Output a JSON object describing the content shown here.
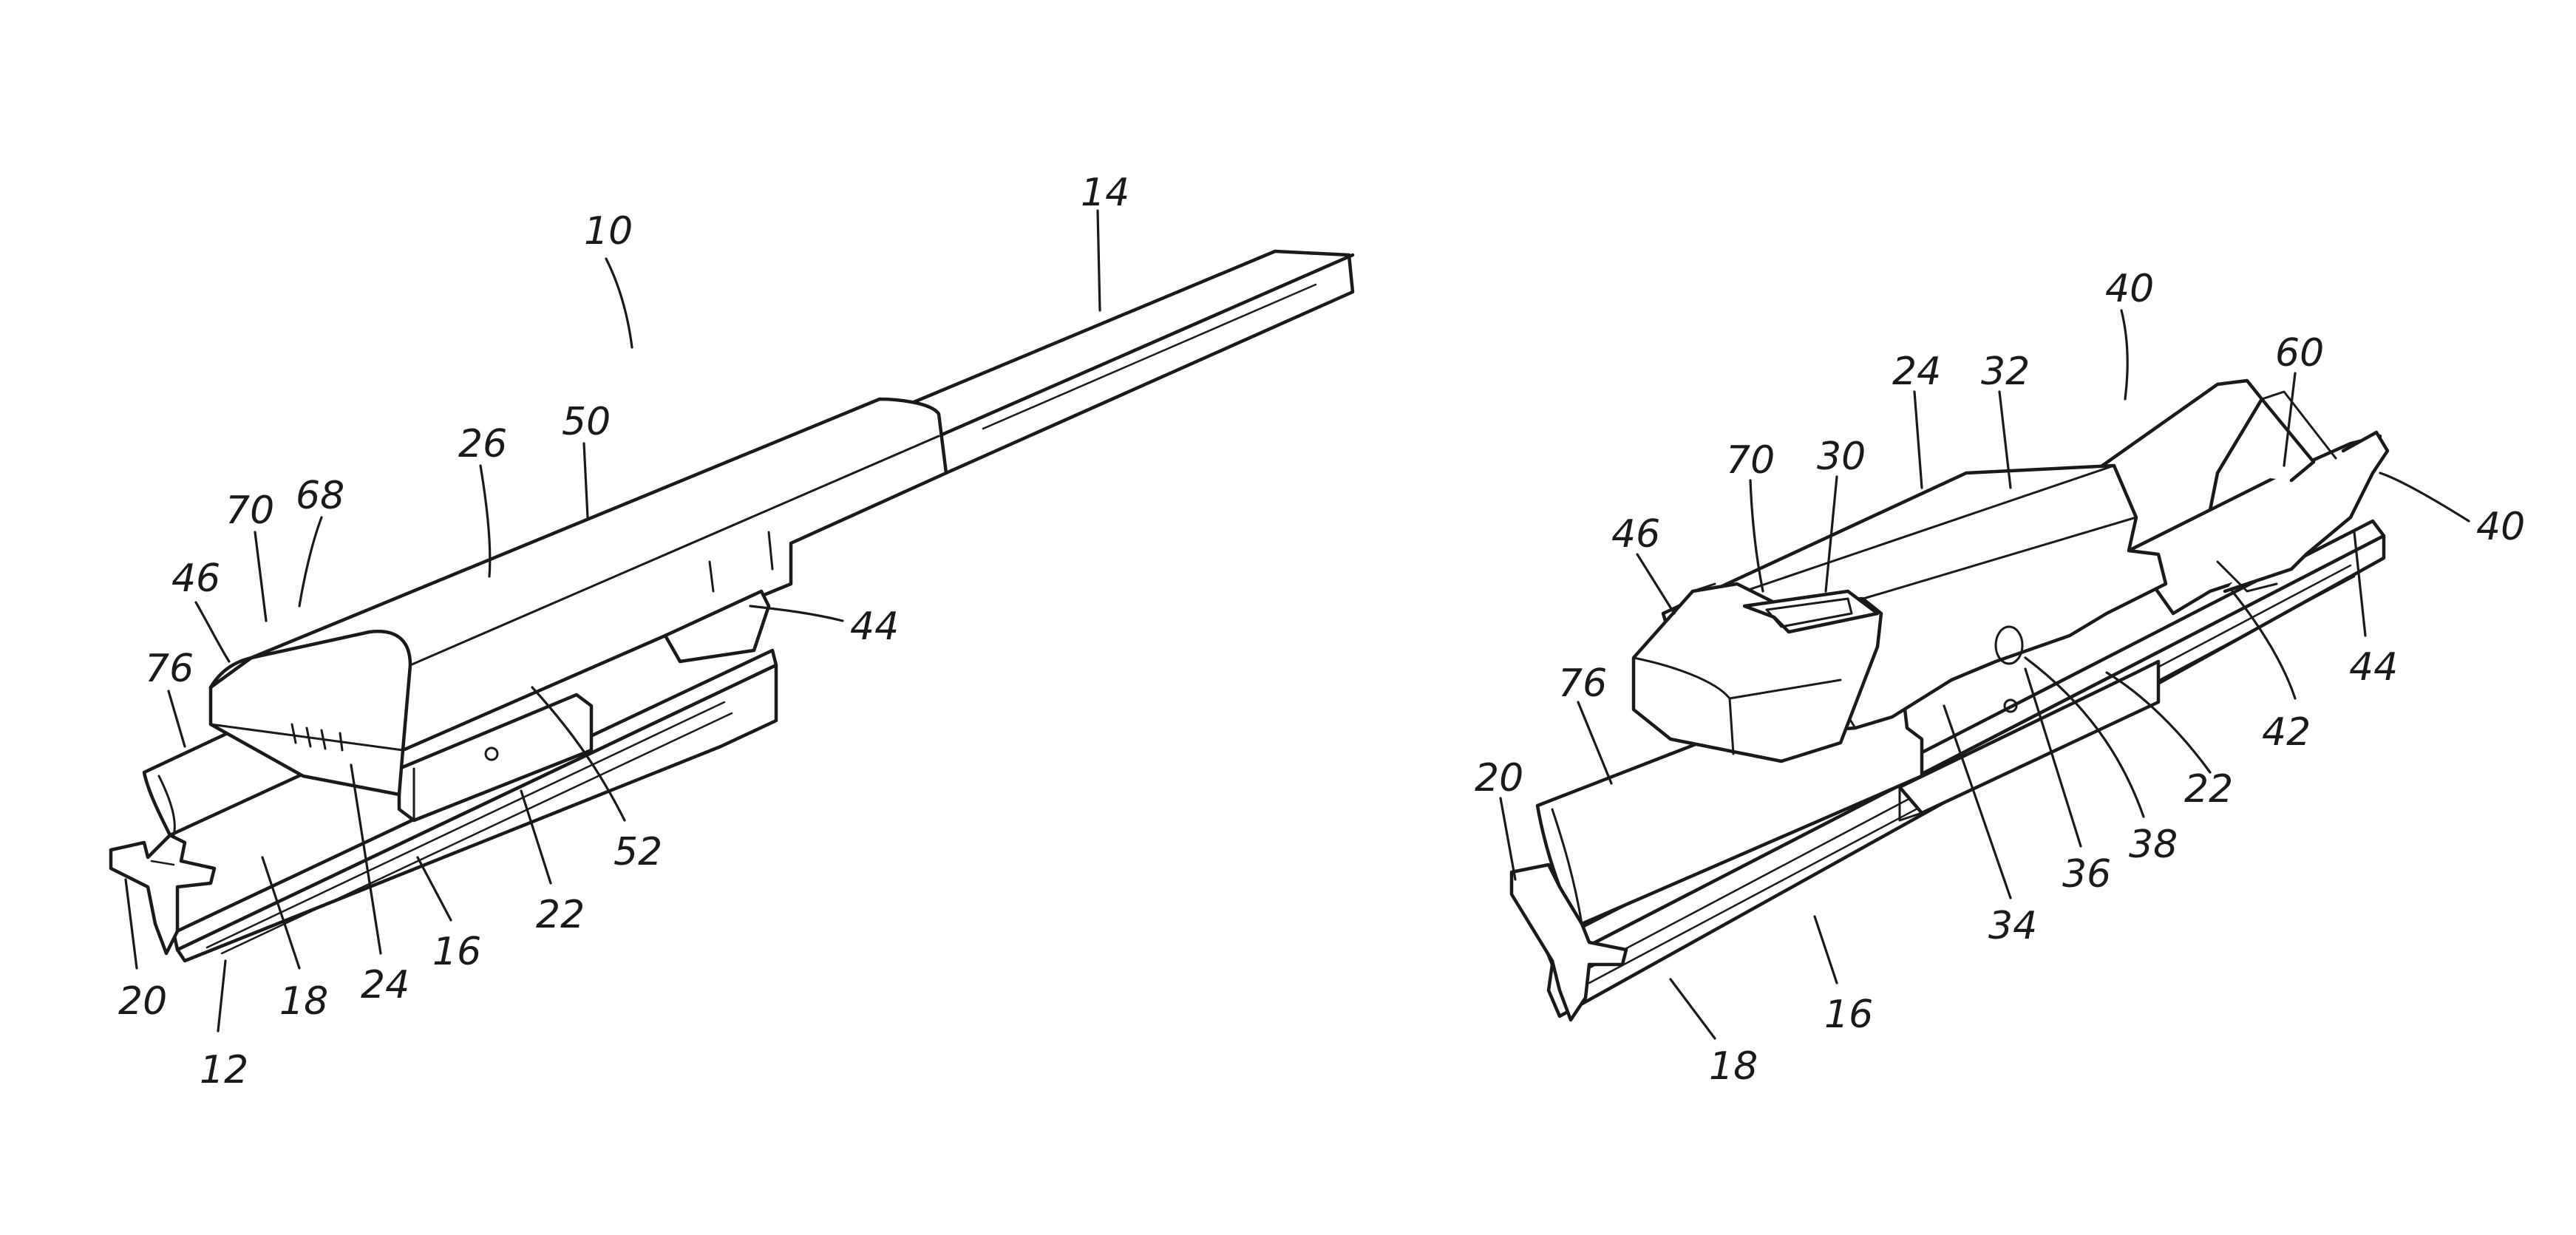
{
  "figures": [
    {
      "id": "left",
      "labels": [
        {
          "key": "l10",
          "text": "10"
        },
        {
          "key": "l14",
          "text": "14"
        },
        {
          "key": "l50",
          "text": "50"
        },
        {
          "key": "l26",
          "text": "26"
        },
        {
          "key": "l68",
          "text": "68"
        },
        {
          "key": "l70",
          "text": "70"
        },
        {
          "key": "l46",
          "text": "46"
        },
        {
          "key": "l76",
          "text": "76"
        },
        {
          "key": "l44",
          "text": "44"
        },
        {
          "key": "l52",
          "text": "52"
        },
        {
          "key": "l22",
          "text": "22"
        },
        {
          "key": "l16",
          "text": "16"
        },
        {
          "key": "l24",
          "text": "24"
        },
        {
          "key": "l18",
          "text": "18"
        },
        {
          "key": "l20",
          "text": "20"
        },
        {
          "key": "l12",
          "text": "12"
        }
      ]
    },
    {
      "id": "right",
      "labels": [
        {
          "key": "r40a",
          "text": "40"
        },
        {
          "key": "r24",
          "text": "24"
        },
        {
          "key": "r32",
          "text": "32"
        },
        {
          "key": "r60",
          "text": "60"
        },
        {
          "key": "r70",
          "text": "70"
        },
        {
          "key": "r30",
          "text": "30"
        },
        {
          "key": "r40b",
          "text": "40"
        },
        {
          "key": "r46",
          "text": "46"
        },
        {
          "key": "r76",
          "text": "76"
        },
        {
          "key": "r20",
          "text": "20"
        },
        {
          "key": "r44",
          "text": "44"
        },
        {
          "key": "r42",
          "text": "42"
        },
        {
          "key": "r22",
          "text": "22"
        },
        {
          "key": "r38",
          "text": "38"
        },
        {
          "key": "r36",
          "text": "36"
        },
        {
          "key": "r34",
          "text": "34"
        },
        {
          "key": "r16",
          "text": "16"
        },
        {
          "key": "r18",
          "text": "18"
        }
      ]
    }
  ]
}
